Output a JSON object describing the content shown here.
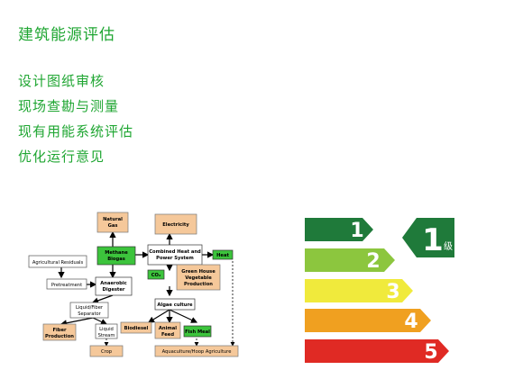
{
  "title": "建筑能源评估",
  "menu": [
    {
      "label": "设计图纸审核"
    },
    {
      "label": "现场查勘与测量"
    },
    {
      "label": "现有用能系统评估"
    },
    {
      "label": "优化运行意见"
    }
  ],
  "diagram": {
    "natural_gas": [
      "Natural",
      "Gas"
    ],
    "electricity": "Electricity",
    "agri_residuals": "Agricultural Residuals",
    "methane": [
      "Methane",
      "Biogas"
    ],
    "chp": [
      "Combined Heat and",
      "Power System"
    ],
    "heat": "Heat",
    "pretreatment": "Pretreatment",
    "digester": [
      "Anaerobic",
      "Digester"
    ],
    "co2": "CO₂",
    "greenhouse": [
      "Green House",
      "Vegetable",
      "Production"
    ],
    "liquid_fiber": [
      "Liquid/Fiber",
      "Separator"
    ],
    "algae": "Algae culture",
    "fiber_prod": [
      "Fiber",
      "Production"
    ],
    "liquid_stream": [
      "Liquid",
      "Stream"
    ],
    "biodiesel": "Biodiesel",
    "animal_feed": [
      "Animal",
      "Feed"
    ],
    "fish_meal": "Fish Meal",
    "crop": "Crop",
    "aquaculture": "Aquaculture/Hoop Agriculture"
  },
  "energy_label": {
    "grades": [
      "1",
      "2",
      "3",
      "4",
      "5"
    ],
    "grade_colors": [
      "#1f7a3a",
      "#8cc63e",
      "#f0ea3c",
      "#f0a020",
      "#e02a24"
    ],
    "badge_number": "1",
    "badge_unit": "级"
  }
}
